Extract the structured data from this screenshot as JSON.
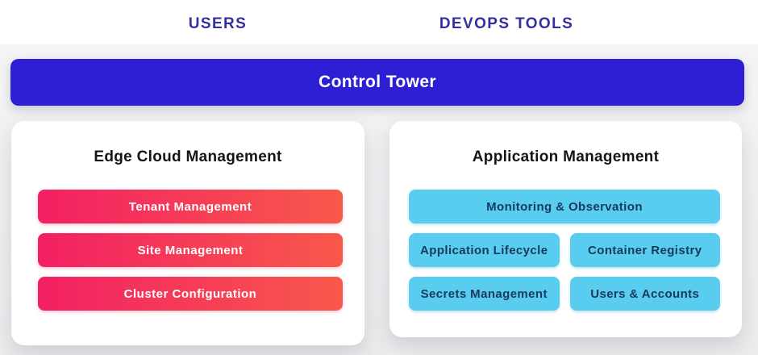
{
  "header": {
    "users_label": "USERS",
    "devops_label": "DEVOPS TOOLS"
  },
  "control_tower": {
    "label": "Control Tower"
  },
  "edge_cloud_panel": {
    "title": "Edge Cloud Management",
    "buttons": [
      "Tenant Management",
      "Site Management",
      "Cluster Configuration"
    ]
  },
  "application_panel": {
    "title": "Application Management",
    "full_width_button": "Monitoring & Observation",
    "grid_buttons": [
      "Application Lifecycle",
      "Container Registry",
      "Secrets Management",
      "Users & Accounts"
    ]
  },
  "colors": {
    "header_text": "#31319e",
    "control_tower_blue": "#2c1fd4",
    "edge_gradient_start": "#f32063",
    "edge_gradient_end": "#f8584b",
    "app_node_cyan": "#58cdf0",
    "app_node_text": "#17395c",
    "card_background": "#ffffff",
    "page_background": "#ecebed"
  }
}
